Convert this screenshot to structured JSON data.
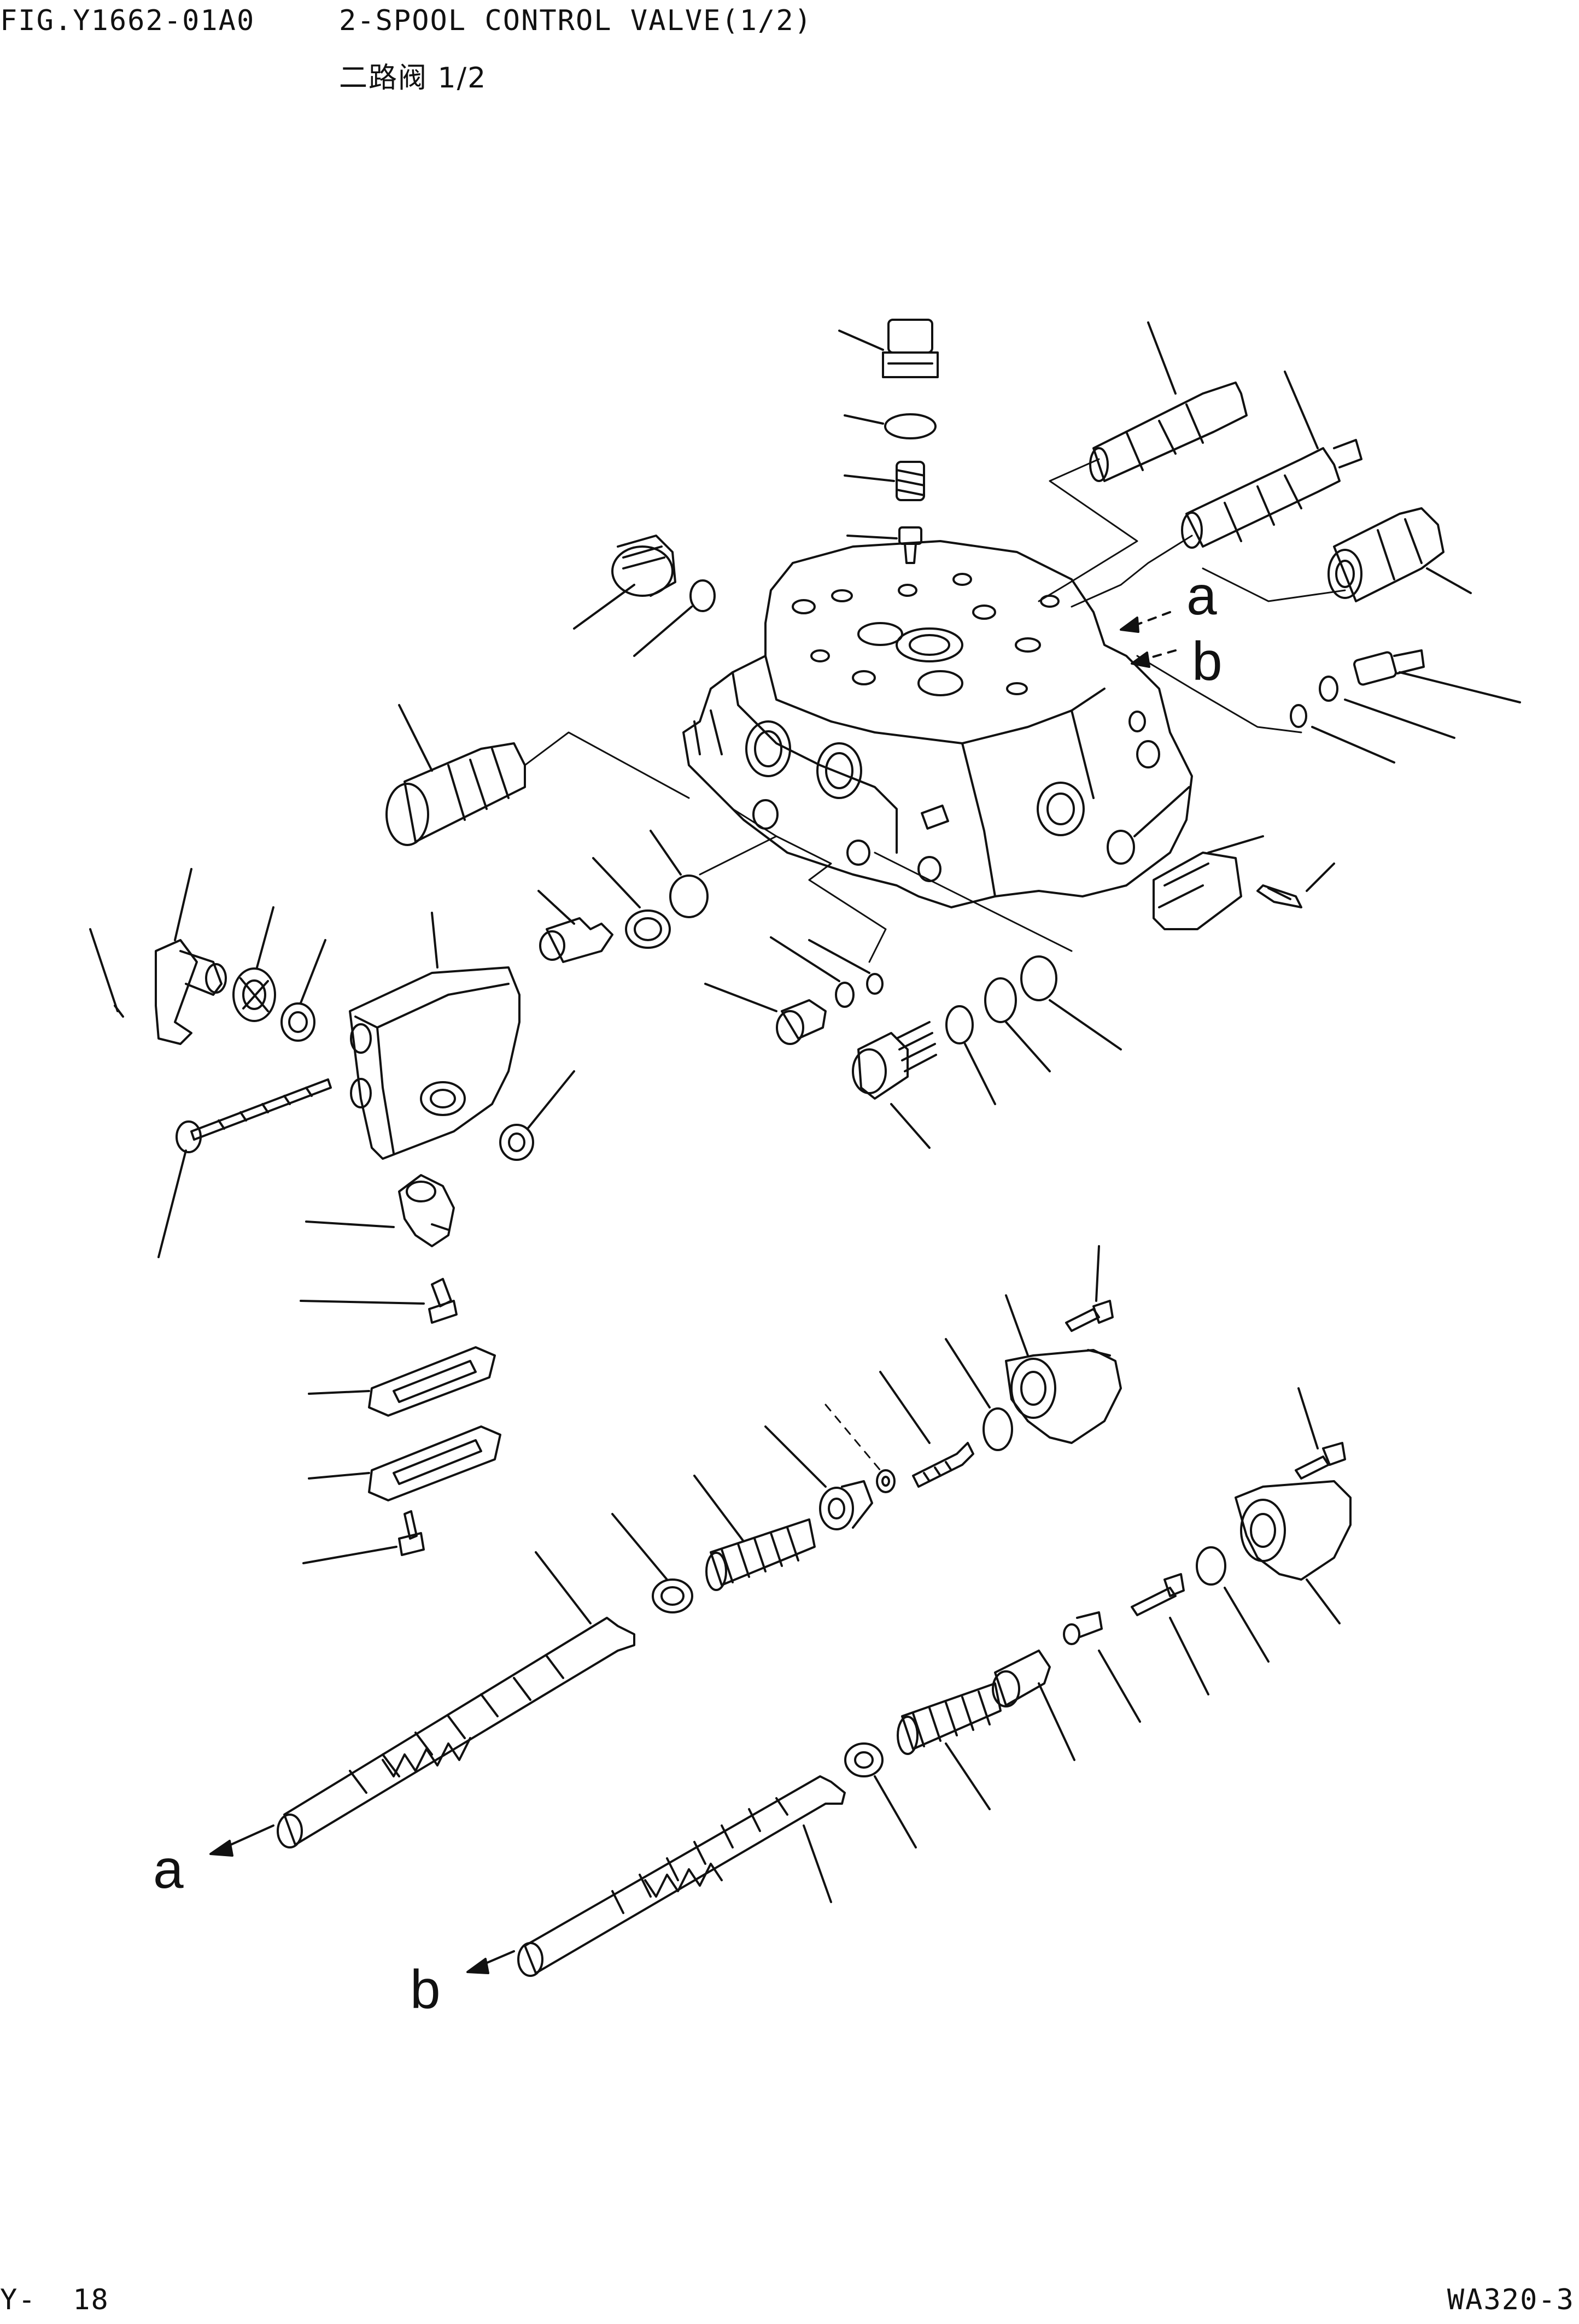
{
  "header": {
    "figure_code": "FIG.Y1662-01A0",
    "title": "2-SPOOL CONTROL VALVE(1/2)",
    "subtitle": "二路阀 1/2"
  },
  "callouts": {
    "a_upper": "a",
    "b_upper": "b",
    "a_lower": "a",
    "b_lower": "b"
  },
  "footer": {
    "page_number": "Y-  18",
    "model": "WA320-3"
  }
}
